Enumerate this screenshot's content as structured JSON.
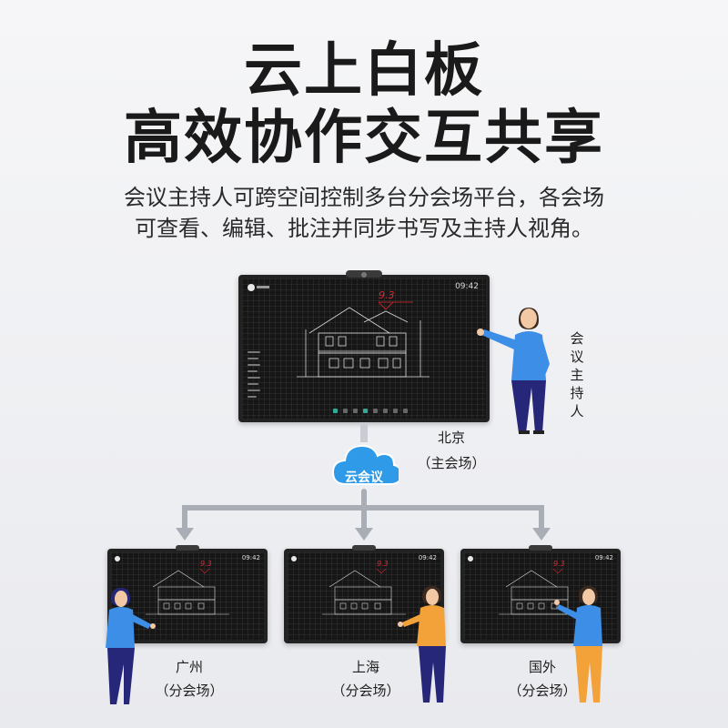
{
  "heading": {
    "line1": "云上白板",
    "line2": "高效协作交互共享"
  },
  "description": {
    "line1": "会议主持人可跨空间控制多台分会场平台，各会场",
    "line2": "可查看、编辑、批注并同步书写及主持人视角。"
  },
  "main_screen": {
    "time": "09:42",
    "location": "北京",
    "venue": "（主会场）",
    "annotation": "9.3"
  },
  "host_label": [
    "会",
    "议",
    "主",
    "持",
    "人"
  ],
  "cloud": {
    "label": "云会议"
  },
  "branches": [
    {
      "location": "广州",
      "venue": "（分会场）",
      "time": "09:42"
    },
    {
      "location": "上海",
      "venue": "（分会场）",
      "time": "09:42"
    },
    {
      "location": "国外",
      "venue": "（分会场）",
      "time": "09:42"
    }
  ],
  "colors": {
    "cloud": "#2f9be8",
    "arrow": "#a9adb5",
    "annotation": "#e0262e",
    "shirt_blue": "#3d8ee6",
    "shirt_orange": "#f3a23a",
    "pants_navy": "#27277a"
  }
}
